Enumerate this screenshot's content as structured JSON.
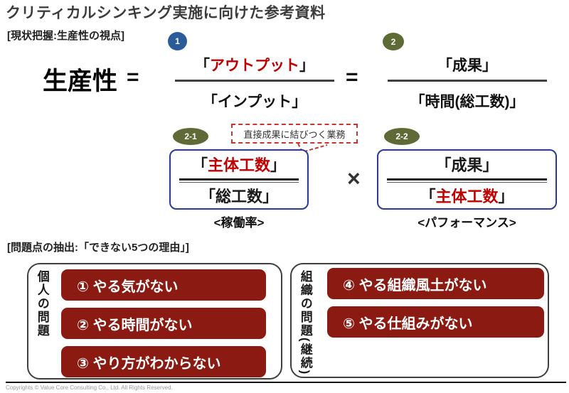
{
  "slide": {
    "title": "クリティカルシンキング実施に向けた参考資料",
    "footer": "Copyrights © Value Core Consulting Co., Ltd.  All Rights Reserved."
  },
  "brackets": {
    "open": "「",
    "close": "」"
  },
  "productivity": {
    "heading": "[現状把握:生産性の視点]",
    "lhs": "生産性",
    "equals": "=",
    "multiply": "×",
    "badges": {
      "b1": "1",
      "b2": "2",
      "b21": "2-1",
      "b22": "2-2"
    },
    "fraction1": {
      "numerator": "アウトプット",
      "denominator": "インプット"
    },
    "fraction2": {
      "numerator": "成果",
      "denominator": "時間(総工数)"
    },
    "callout": "直接成果に結びつく業務",
    "box1": {
      "numerator": "主体工数",
      "denominator": "総工数",
      "caption": "<稼働率>"
    },
    "box2": {
      "numerator": "成果",
      "denominator": "主体工数",
      "caption": "<パフォーマンス>"
    }
  },
  "problems": {
    "heading": "[問題点の抽出:「できない5つの理由」]",
    "groups": [
      {
        "category": "個人の問題",
        "items": [
          "① やる気がない",
          "② やる時間がない",
          "③ やり方がわからない"
        ]
      },
      {
        "category": "組織の問題(継続)",
        "items": [
          "④ やる組織風土がない",
          "⑤ やる仕組みがない"
        ]
      }
    ]
  },
  "colors": {
    "accent_red_text": "#C00000",
    "bar_red": "#8B1A12",
    "badge_blue": "#2A5C99",
    "badge_olive": "#5E6B36",
    "box_border_blue": "#2B3A97",
    "callout_red": "#C8352B"
  }
}
